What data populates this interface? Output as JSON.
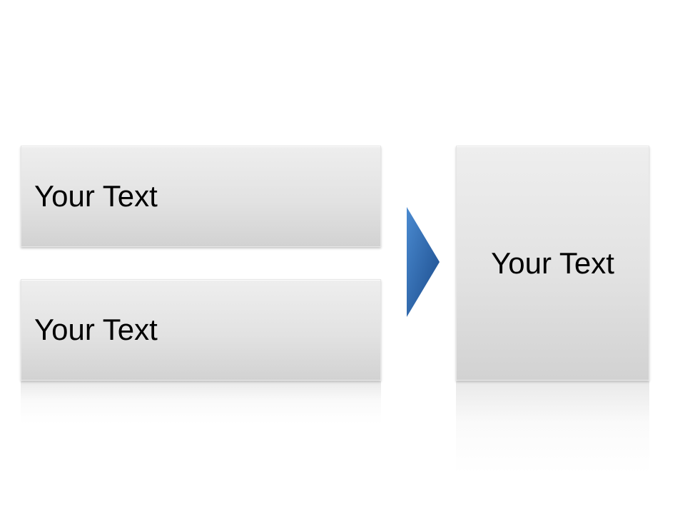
{
  "diagram": {
    "inputs": [
      {
        "label": "Your Text"
      },
      {
        "label": "Your Text"
      }
    ],
    "output": {
      "label": "Your Text"
    },
    "arrow": {
      "color_top": "#3f7fc0",
      "color_bottom": "#1d4f8f"
    }
  }
}
